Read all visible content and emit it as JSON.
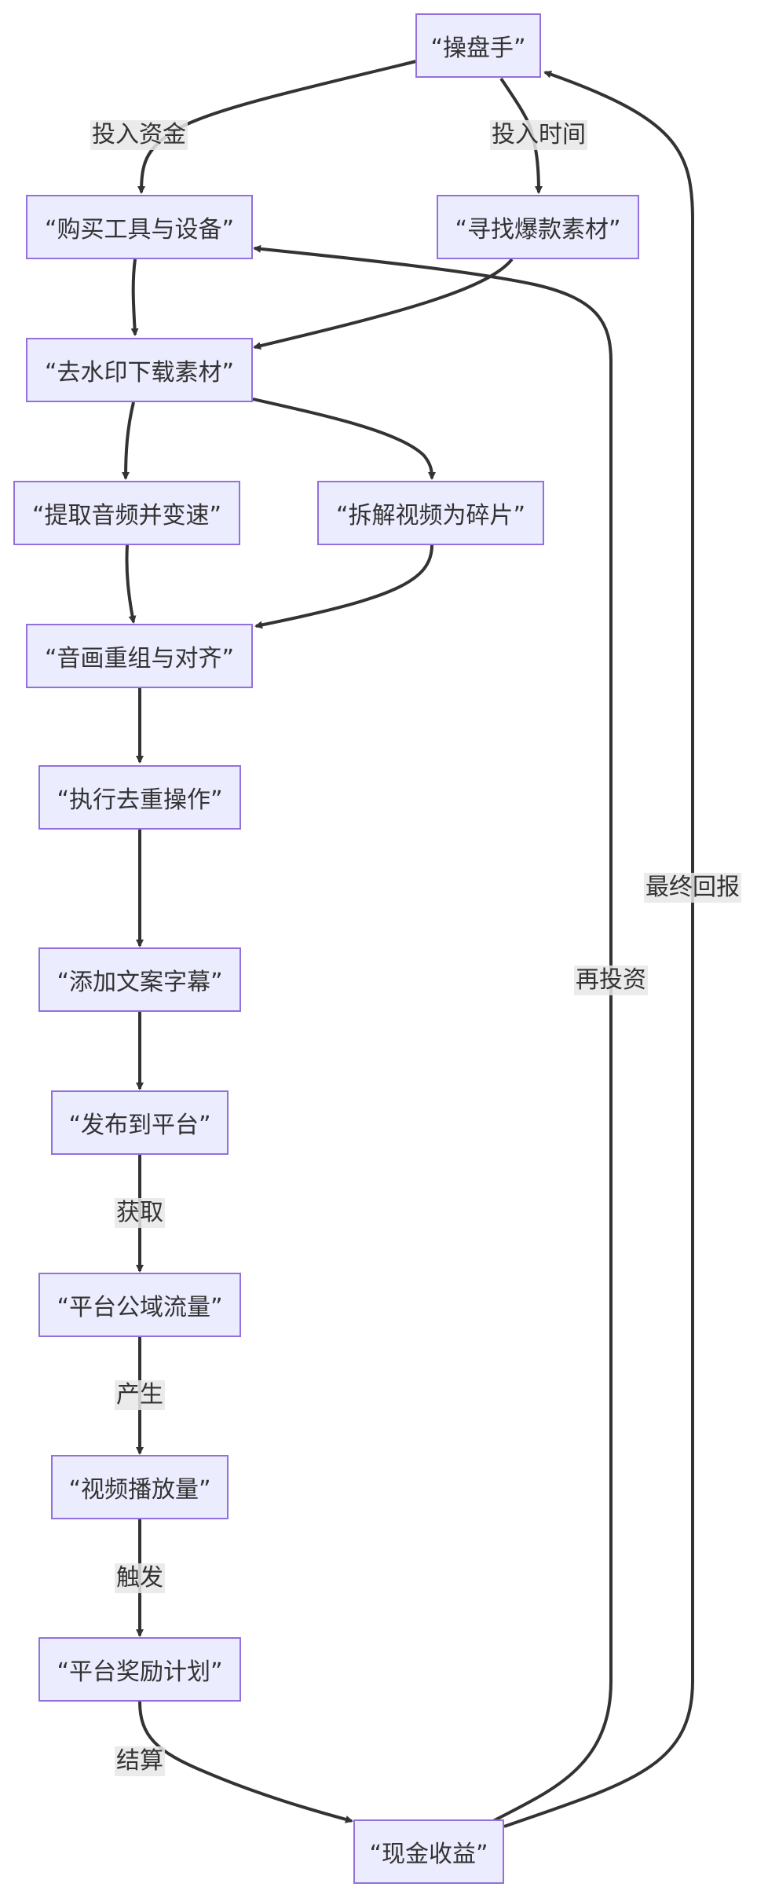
{
  "nodes": {
    "trader": "“操盘手”",
    "buy_tools": "“购买工具与设备”",
    "find_material": "“寻找爆款素材”",
    "remove_watermark": "“去水印下载素材”",
    "extract_audio": "“提取音频并变速”",
    "split_video": "“拆解视频为碎片”",
    "recombine": "“音画重组与对齐”",
    "dedup": "“执行去重操作”",
    "add_captions": "“添加文案字幕”",
    "publish": "“发布到平台”",
    "public_traffic": "“平台公域流量”",
    "play_count": "“视频播放量”",
    "reward_plan": "“平台奖励计划”",
    "cash_income": "“现金收益”"
  },
  "edge_labels": {
    "invest_funds": "投入资金",
    "invest_time": "投入时间",
    "obtain": "获取",
    "produce": "产生",
    "trigger": "触发",
    "settle": "结算",
    "reinvest": "再投资",
    "final_return": "最终回报"
  },
  "colors": {
    "node_fill": "#ECECFF",
    "node_border": "#9370DB",
    "edge": "#333333",
    "label_bg": "#E8E8E8"
  }
}
